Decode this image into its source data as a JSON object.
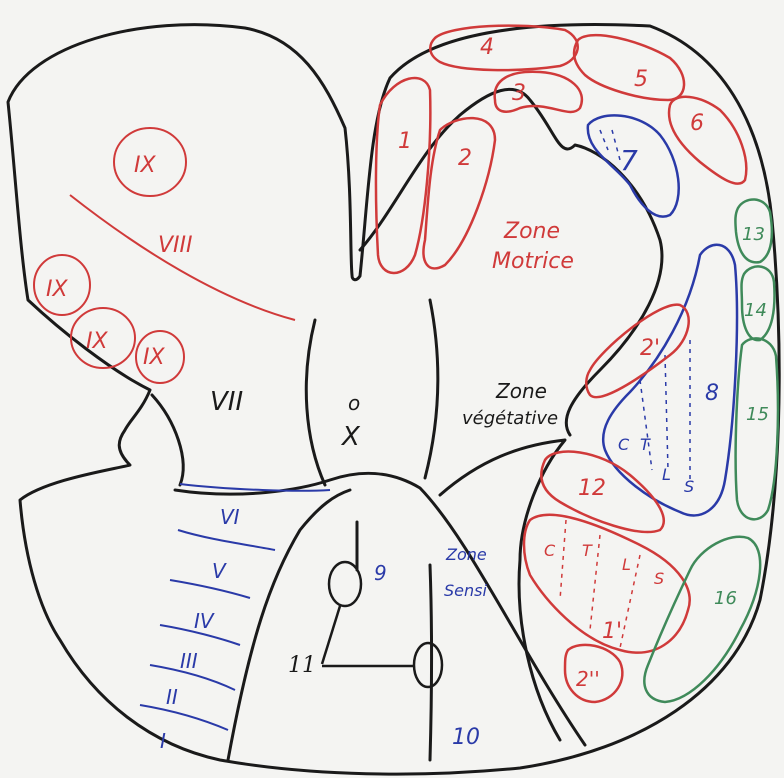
{
  "colors": {
    "outline": "#1a1a1a",
    "motor": "#d03a3a",
    "sensory": "#2a3aa8",
    "green": "#3f8a5a",
    "paper": "#f4f4f2"
  },
  "zones": {
    "motor_line1": "Zone",
    "motor_line2": "Motrice",
    "vegetative_line1": "Zone",
    "vegetative_line2": "végétative",
    "sensory_line1": "Zone",
    "sensory_line2": "Sensi"
  },
  "anterior_labels": [
    "1",
    "2",
    "3",
    "4",
    "5",
    "6"
  ],
  "blue_labels": [
    "7",
    "8",
    "9",
    "10"
  ],
  "tract_labels_red": [
    "2'",
    "12",
    "1'",
    "2''"
  ],
  "green_labels": [
    "13",
    "14",
    "15",
    "16"
  ],
  "ctls_upper": [
    "C",
    "T",
    "L",
    "S"
  ],
  "ctls_lower": [
    "C",
    "T",
    "L",
    "S"
  ],
  "laminae_left_red": [
    "IX",
    "VIII",
    "IX",
    "IX",
    "IX"
  ],
  "lamina_VII": "VII",
  "lamina_X": "X",
  "central_canal": "o",
  "laminae_left_blue": [
    "VI",
    "V",
    "IV",
    "III",
    "II",
    "I"
  ],
  "label_11": "11"
}
